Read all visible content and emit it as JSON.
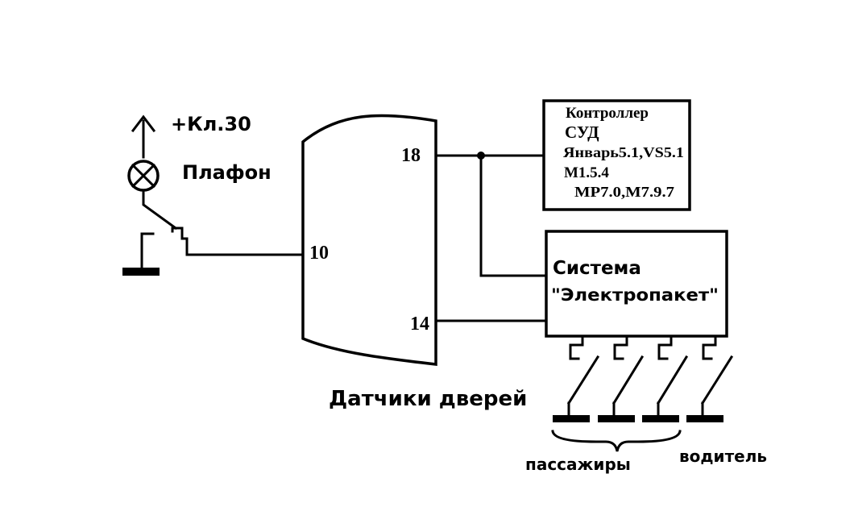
{
  "labels": {
    "power": "+Кл.30",
    "lamp": "Плафон",
    "door_sensors": "Датчики дверей",
    "passengers": "пассажиры",
    "driver": "водитель"
  },
  "pins": {
    "p18": "18",
    "p10": "10",
    "p14": "14"
  },
  "controller": {
    "lines": [
      "Контроллер",
      "СУД",
      "Январь5.1,VS5.1",
      "М1.5.4",
      "МР7.0,М7.9.7"
    ]
  },
  "electropacket": {
    "lines": [
      "Система",
      "\"Электропакет\""
    ]
  }
}
